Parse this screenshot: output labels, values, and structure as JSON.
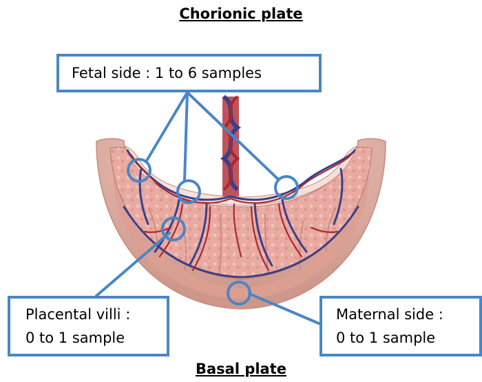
{
  "titles": {
    "top": "Chorionic plate",
    "bottom": "Basal plate"
  },
  "labels": {
    "fetal": "Fetal side : 1 to 6 samples",
    "villi_line1": "Placental villi :",
    "villi_line2": "0 to 1 sample",
    "maternal_line1": "Maternal side :",
    "maternal_line2": "0 to 1 sample"
  },
  "colors": {
    "callout": "#4a86c6",
    "placenta_outer": "#d8a69a",
    "placenta_tissue": "#e7a9a0",
    "placenta_inner": "#f3dbd4",
    "artery": "#b6353c",
    "vein": "#3a3f8a"
  }
}
